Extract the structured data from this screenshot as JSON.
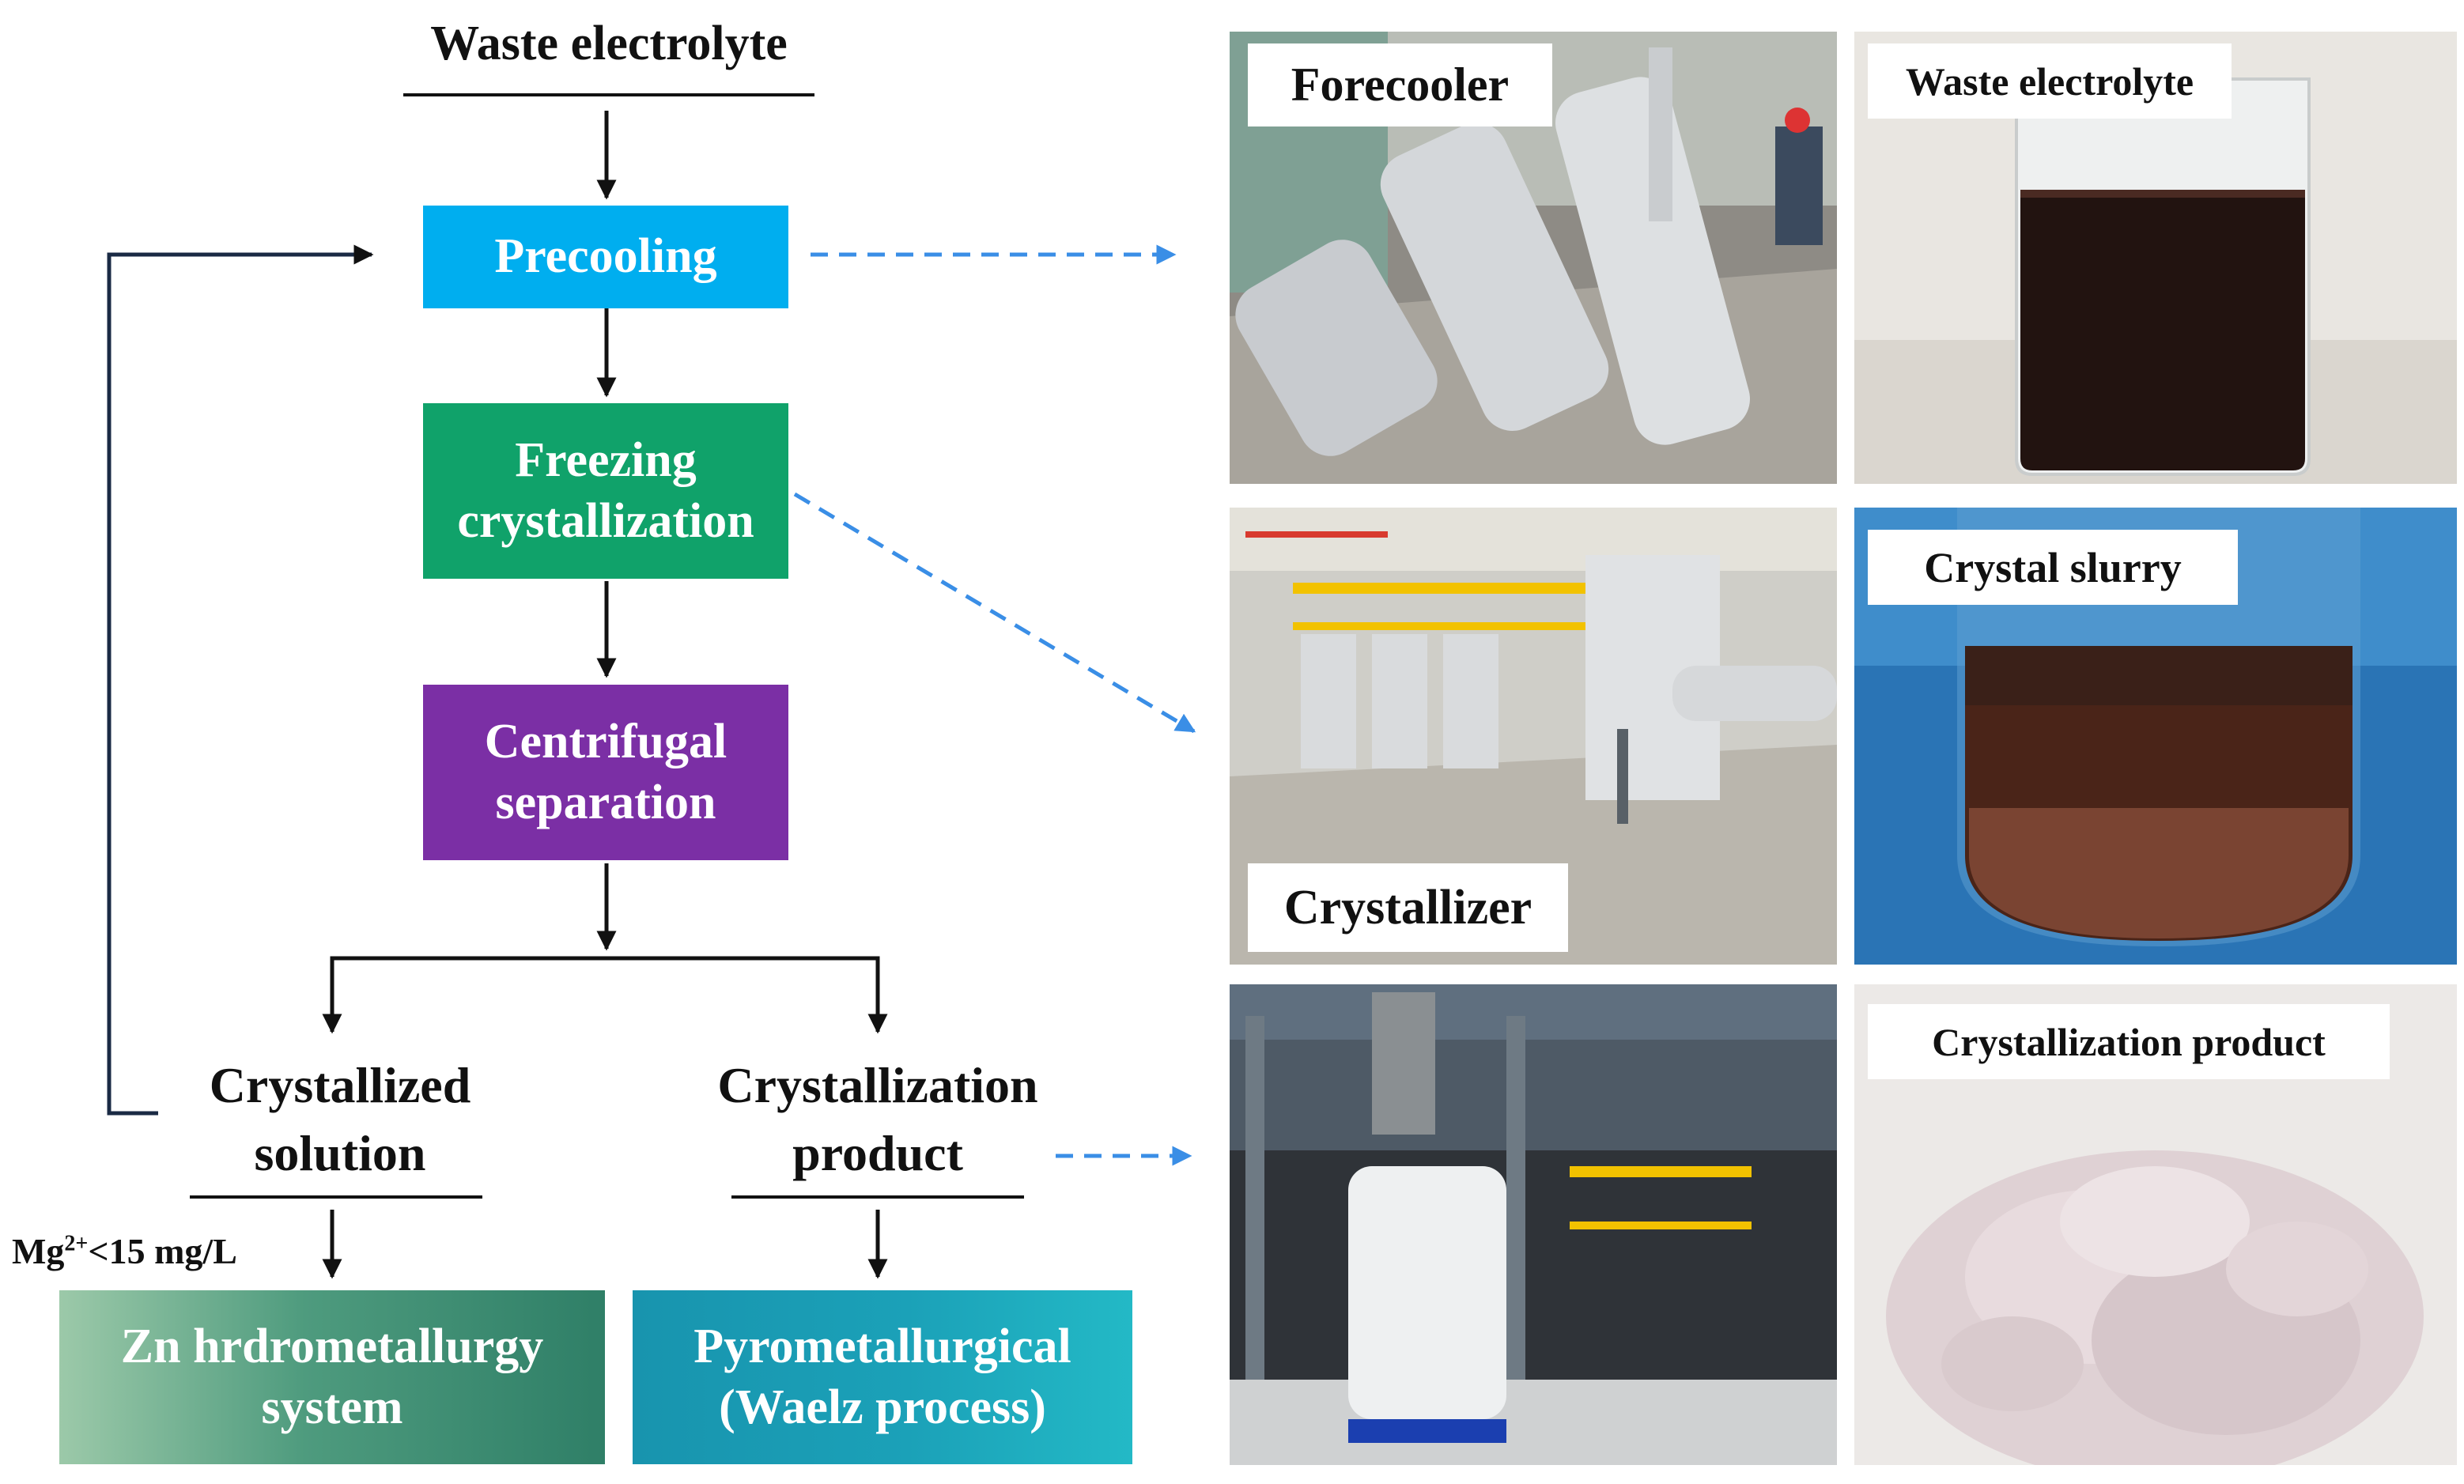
{
  "flow": {
    "input": "Waste electrolyte",
    "precooling": "Precooling",
    "freezing_line1": "Freezing",
    "freezing_line2": "crystallization",
    "centrifugal_line1": "Centrifugal",
    "centrifugal_line2": "separation",
    "solution_line1": "Crystallized",
    "solution_line2": "solution",
    "product_line1": "Crystallization",
    "product_line2": "product",
    "mg_ion": "Mg",
    "mg_charge": "2+",
    "mg_limit": "<15 mg/L",
    "zn_line1": "Zn hrdrometallurgy",
    "zn_line2": "system",
    "pyro_line1": "Pyrometallurgical",
    "pyro_line2": "(Waelz process)"
  },
  "photos": {
    "forecooler": "Forecooler",
    "waste_electrolyte": "Waste electrolyte",
    "crystallizer": "Crystallizer",
    "crystal_slurry": "Crystal slurry",
    "crystallization_product": "Crystallization product"
  },
  "colors": {
    "precooling": "#00AEEF",
    "freezing": "#10A26A",
    "centrifugal": "#7B2FA5",
    "zn_system": "#3D8F74",
    "pyro_system": "#1BA1B8",
    "dashed_arrow": "#3A8EE6",
    "feedback_line": "#1A2A44"
  }
}
